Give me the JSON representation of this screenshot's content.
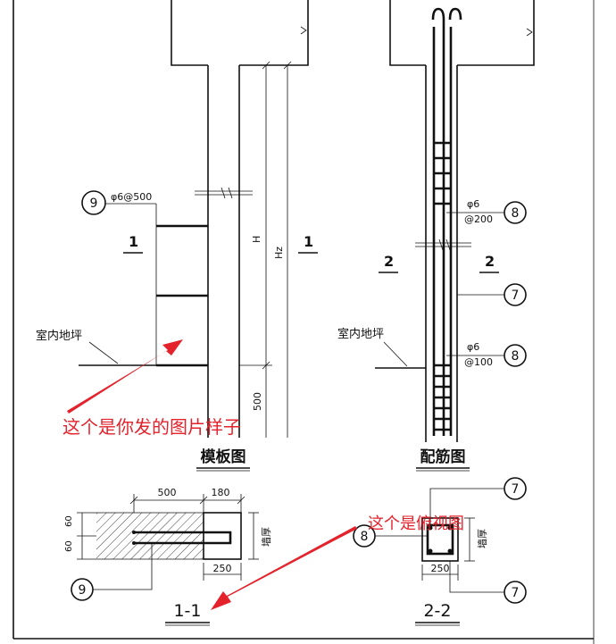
{
  "left_elevation": {
    "title": "模板图",
    "callout_9": "9",
    "rebar_spec": "φ6@500",
    "section_mark": "1",
    "floor_label": "室内地坪",
    "dim_H": "H",
    "dim_Hz": "Hz",
    "dim_500": "500"
  },
  "right_elevation": {
    "title": "配筋图",
    "callout_8": "8",
    "callout_7": "7",
    "rebar_spec_1_top": "φ6",
    "rebar_spec_1_bottom": "@200",
    "rebar_spec_2_top": "φ6",
    "rebar_spec_2_bottom": "@100",
    "section_mark": "2",
    "floor_label": "室内地坪"
  },
  "section_1_1": {
    "title": "1-1",
    "dim_500": "500",
    "dim_180": "180",
    "dim_60_top": "60",
    "dim_60_bottom": "60",
    "dim_250": "250",
    "wall_label": "墙厚",
    "callout_9": "9"
  },
  "section_2_2": {
    "title": "2-2",
    "dim_250": "250",
    "wall_label": "墙厚",
    "callout_8": "8",
    "callout_7_top": "7",
    "callout_7_bottom": "7"
  },
  "annotations": {
    "elevation_note": "这个是你发的图片样子",
    "plan_note": "这个是俯视图",
    "color": "#e4222b"
  }
}
